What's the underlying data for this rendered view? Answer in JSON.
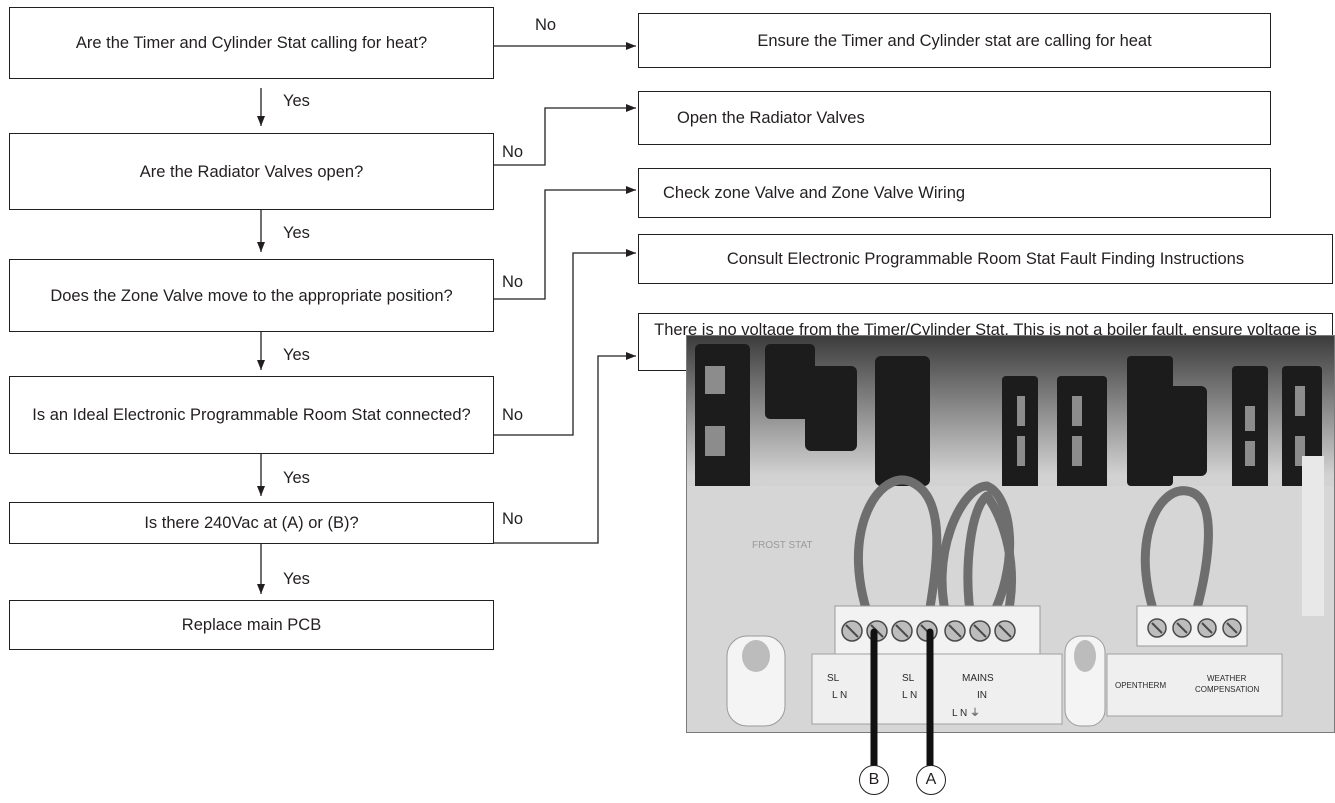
{
  "questions": [
    "Are the Timer and Cylinder Stat calling for heat?",
    "Are the Radiator Valves open?",
    "Does the Zone Valve move to the appropriate position?",
    "Is an Ideal Electronic Programmable Room Stat connected?",
    "Is there 240Vac at (A) or (B)?"
  ],
  "final_action": "Replace main PCB",
  "actions": [
    "Ensure the Timer and Cylinder stat are calling for heat",
    "Open the Radiator Valves",
    "Check zone Valve and Zone Valve Wiring",
    "Consult Electronic Programmable Room Stat Fault Finding Instructions",
    "There is no voltage from the Timer/Cylinder Stat.  This is not a boiler fault. ensure voltage is supplied to the boiler by correcting external wiring."
  ],
  "edge_labels": {
    "yes": "Yes",
    "no": "No"
  },
  "photo": {
    "terminal_labels": {
      "frost_stat": "FROST STAT",
      "sl1": "SL",
      "sl2": "SL",
      "mains": "MAINS",
      "mains_in": "IN",
      "ln": "L N",
      "lne": "L  N  ⏚",
      "opentherm": "OPENTHERM",
      "weather": "WEATHER",
      "compensation": "COMPENSATION"
    },
    "callouts": [
      "B",
      "A"
    ]
  }
}
